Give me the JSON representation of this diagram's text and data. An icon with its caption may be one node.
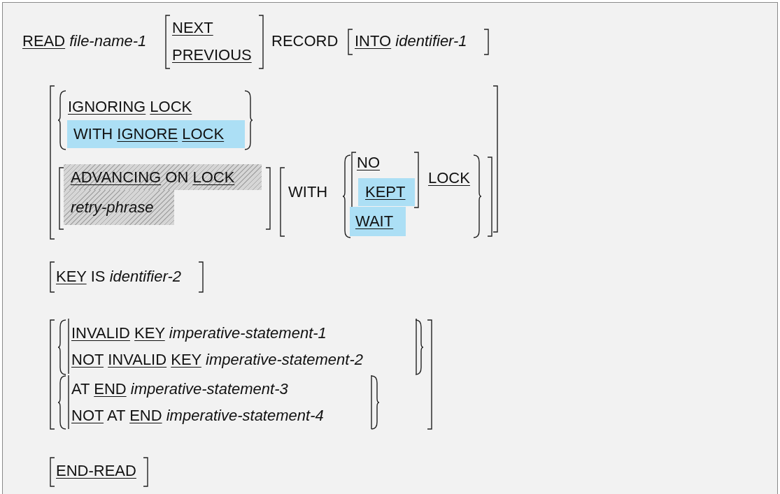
{
  "diagram": {
    "labels": [
      "READ *file-name-1*",
      "NEXT",
      "PREVIOUS",
      "RECORD",
      "INTO *identifier-1*",
      "IGNORING LOCK",
      "WITH IGNORE LOCK",
      "ADVANCING ON LOCK",
      "*retry-phrase*",
      "WITH",
      "NO",
      "KEPT",
      "LOCK",
      "WAIT",
      "KEY IS *identifier-2*",
      "INVALID KEY *imperative-statement-1*",
      "NOT INVALID KEY *imperative-statement-2*",
      "AT END *imperative-statement-3*",
      "NOT AT END *imperative-statement-4*",
      "END-READ"
    ]
  }
}
